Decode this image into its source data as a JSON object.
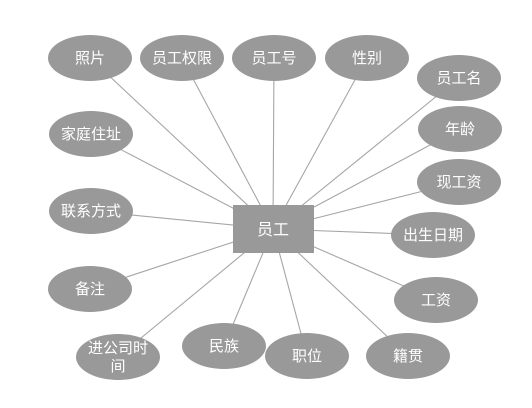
{
  "entity": {
    "label": "员工"
  },
  "attributes": [
    {
      "id": "photo",
      "label": "照片"
    },
    {
      "id": "employee-permission",
      "label": "员工权限"
    },
    {
      "id": "employee-number",
      "label": "员工号"
    },
    {
      "id": "gender",
      "label": "性别"
    },
    {
      "id": "employee-name",
      "label": "员工名"
    },
    {
      "id": "home-address",
      "label": "家庭住址"
    },
    {
      "id": "age",
      "label": "年龄"
    },
    {
      "id": "current-salary",
      "label": "现工资"
    },
    {
      "id": "contact-info",
      "label": "联系方式"
    },
    {
      "id": "birth-date",
      "label": "出生日期"
    },
    {
      "id": "remarks",
      "label": "备注"
    },
    {
      "id": "salary",
      "label": "工资"
    },
    {
      "id": "join-time",
      "label": "进公司时间"
    },
    {
      "id": "ethnicity",
      "label": "民族"
    },
    {
      "id": "position",
      "label": "职位"
    },
    {
      "id": "native-place",
      "label": "籍贯"
    }
  ]
}
